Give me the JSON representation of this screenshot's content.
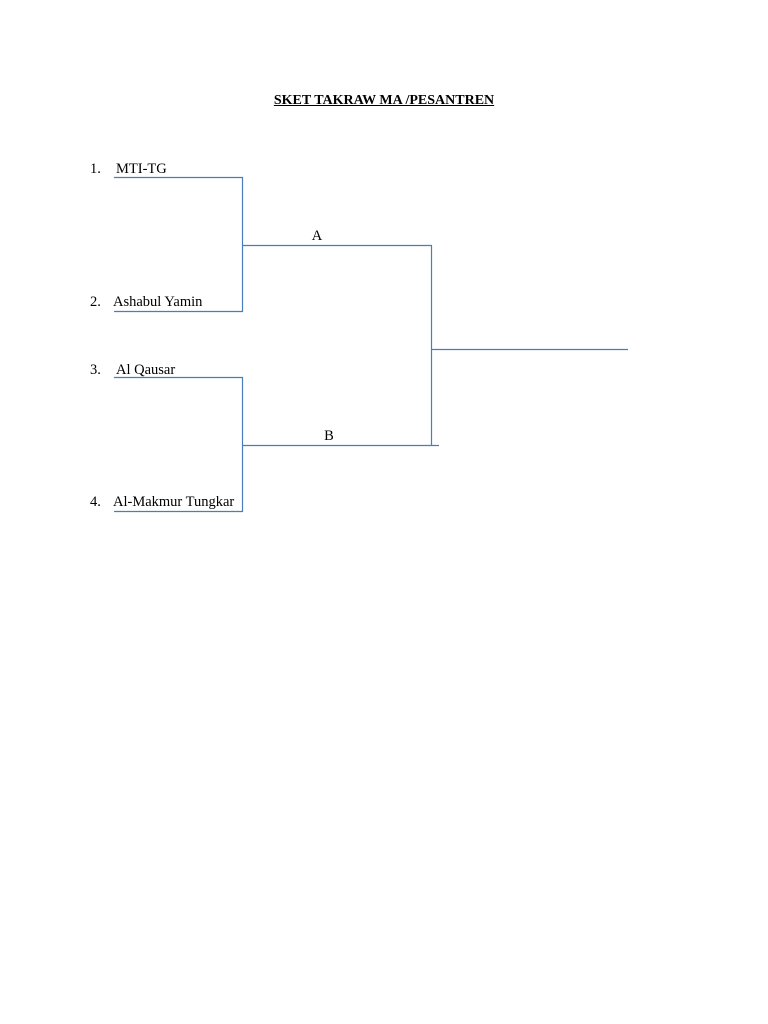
{
  "document": {
    "title": "SKET TAKRAW MA /PESANTREN",
    "line_color": "#4a7ebb"
  },
  "teams": [
    {
      "number": "1.",
      "name": "MTI-TG"
    },
    {
      "number": "2.",
      "name": "Ashabul Yamin"
    },
    {
      "number": "3.",
      "name": "Al Qausar"
    },
    {
      "number": "4.",
      "name": "Al-Makmur Tungkar"
    }
  ],
  "matches": [
    {
      "label": "A"
    },
    {
      "label": "B"
    }
  ]
}
